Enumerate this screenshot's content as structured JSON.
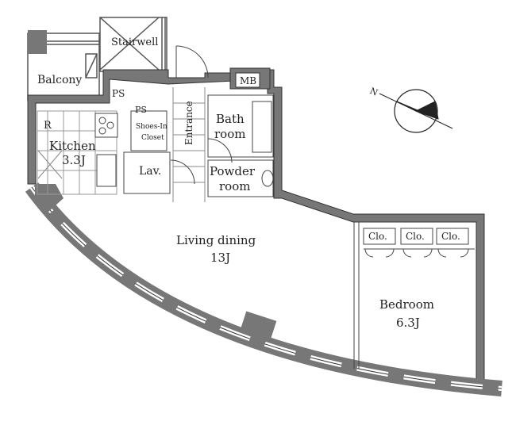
{
  "rooms": {
    "balcony": "Balcony",
    "stairwell": "Stairwell",
    "ps1": "PS",
    "ps2": "PS",
    "mb": "MB",
    "refrigerator": "R",
    "kitchen": "Kitchen",
    "kitchen_size": "3.3J",
    "shoes_in": "Shoes-In",
    "closet": "Closet",
    "lav": "Lav.",
    "entrance": "Entrance",
    "bath_1": "Bath",
    "bath_2": "room",
    "powder_1": "Powder",
    "powder_2": "room",
    "living": "Living dining",
    "living_size": "13J",
    "bedroom": "Bedroom",
    "bedroom_size": "6.3J",
    "clo1": "Clo.",
    "clo2": "Clo.",
    "clo3": "Clo."
  },
  "compass": {
    "north": "N"
  },
  "colors": {
    "wall": "#777777",
    "line": "#333333"
  }
}
